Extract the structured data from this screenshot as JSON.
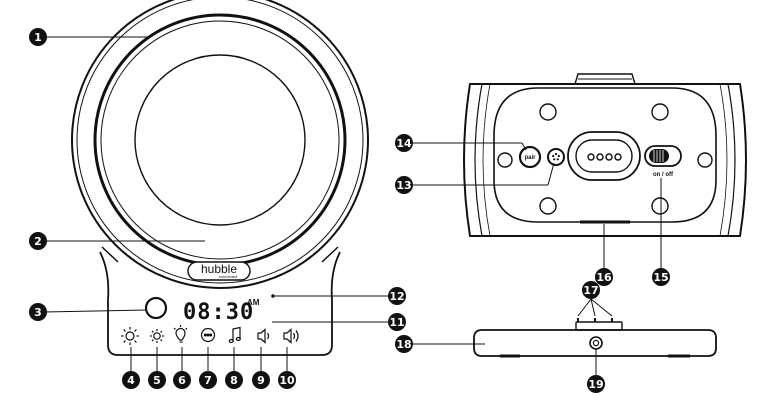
{
  "colors": {
    "line": "#111111",
    "bullet": "#111111",
    "bullet_text": "#ffffff",
    "background": "#ffffff"
  },
  "device": {
    "logo_text": "hubble",
    "logo_subtext": "connected",
    "clock_time": "08:30",
    "clock_ampm": "AM",
    "pair_label": "pair",
    "power_label": "on / off"
  },
  "icons": [
    "brightness-high-icon",
    "brightness-low-icon",
    "light-bulb-icon",
    "chat-bubble-icon",
    "music-note-icon",
    "volume-down-icon",
    "volume-up-icon"
  ],
  "callouts": [
    "1",
    "2",
    "3",
    "4",
    "5",
    "6",
    "7",
    "8",
    "9",
    "10",
    "11",
    "12",
    "13",
    "14",
    "15",
    "16",
    "17",
    "18",
    "19"
  ]
}
